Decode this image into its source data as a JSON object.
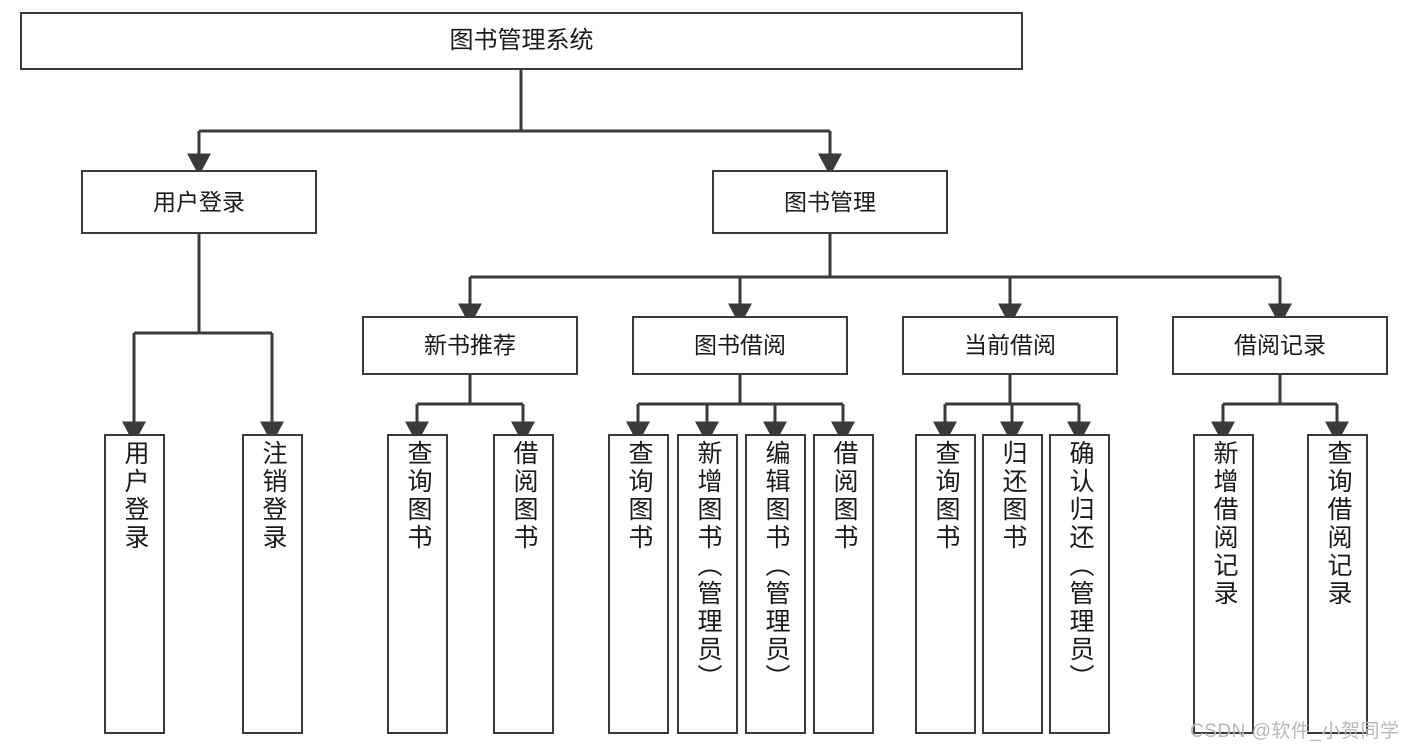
{
  "diagram": {
    "title": "图书管理系统",
    "type": "hierarchy-tree",
    "line_color": "#3a3a3a",
    "box_fill": "#ffffff",
    "text_color": "#1a1a1a"
  },
  "root": {
    "label": "图书管理系统"
  },
  "level2": [
    {
      "label": "用户登录"
    },
    {
      "label": "图书管理"
    }
  ],
  "level3": [
    {
      "label": "新书推荐"
    },
    {
      "label": "图书借阅"
    },
    {
      "label": "当前借阅"
    },
    {
      "label": "借阅记录"
    }
  ],
  "leaves": {
    "user_login": [
      {
        "label": "用户登录"
      },
      {
        "label": "注销登录"
      }
    ],
    "new_book_recommend": [
      {
        "label": "查询图书"
      },
      {
        "label": "借阅图书"
      }
    ],
    "book_borrow": [
      {
        "label": "查询图书"
      },
      {
        "label": "新增图书（管理员）"
      },
      {
        "label": "编辑图书（管理员）"
      },
      {
        "label": "借阅图书"
      }
    ],
    "current_borrow": [
      {
        "label": "查询图书"
      },
      {
        "label": "归还图书"
      },
      {
        "label": "确认归还（管理员）"
      }
    ],
    "borrow_record": [
      {
        "label": "新增借阅记录"
      },
      {
        "label": "查询借阅记录"
      }
    ]
  },
  "watermark": {
    "text": "CSDN @软件_小贺同学",
    "color": "#b8b8b8"
  }
}
